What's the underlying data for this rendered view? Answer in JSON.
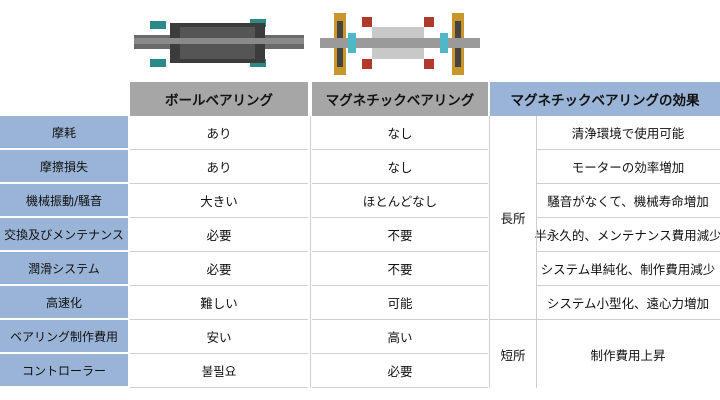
{
  "headers": {
    "col1": "ボールベアリング",
    "col2": "マグネチックベアリング",
    "col3": "マグネチックベアリングの効果"
  },
  "rows": [
    {
      "label": "摩耗",
      "ball": "あり",
      "magnetic": "なし",
      "effect": "清浄環境で使用可能"
    },
    {
      "label": "摩擦損失",
      "ball": "あり",
      "magnetic": "なし",
      "effect": "モーターの効率増加"
    },
    {
      "label": "機械振動/騒音",
      "ball": "大きい",
      "magnetic": "ほとんどなし",
      "effect": "騒音がなくて、機械寿命増加"
    },
    {
      "label": "交換及びメンテナンス",
      "ball": "必要",
      "magnetic": "不要",
      "effect": "半永久的、メンテナンス費用減少"
    },
    {
      "label": "潤滑システム",
      "ball": "必要",
      "magnetic": "不要",
      "effect": "システム単純化、制作費用減少"
    },
    {
      "label": "高速化",
      "ball": "難しい",
      "magnetic": "可能",
      "effect": "システム小型化、遠心力増加"
    },
    {
      "label": "ベアリング制作費用",
      "ball": "安い",
      "magnetic": "高い",
      "effect": "制作費用上昇"
    },
    {
      "label": "コントローラー",
      "ball": "불필요",
      "magnetic": "必要"
    }
  ],
  "groups": {
    "advantages": "長所",
    "disadvantages": "短所"
  },
  "colors": {
    "row_header_bg": "#99b4d6",
    "gray_header_bg": "#a6a6a6",
    "blue_header_bg": "#99b4d6"
  }
}
